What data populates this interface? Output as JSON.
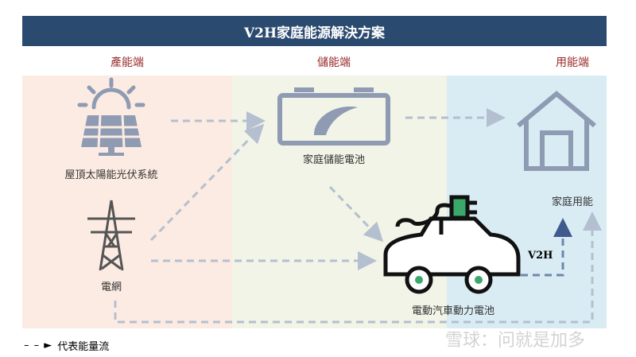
{
  "title": "V2H家庭能源解決方案",
  "columns": [
    "產能端",
    "儲能端",
    "用能端"
  ],
  "nodes": {
    "solar": "屋頂太陽能光伏系統",
    "grid": "電網",
    "battery": "家庭儲能電池",
    "ev": "電動汽車動力電池",
    "home": "家庭用能"
  },
  "v2h_label": "V2H",
  "legend": "代表能量流",
  "watermark": "雪球：问就是加多",
  "colors": {
    "header": "#2b4a6f",
    "produce": "#fcebe2",
    "store": "#f1f4e6",
    "use": "#d9ecf4",
    "icon": "#8e9bb3",
    "accent": "#3aa86b"
  }
}
